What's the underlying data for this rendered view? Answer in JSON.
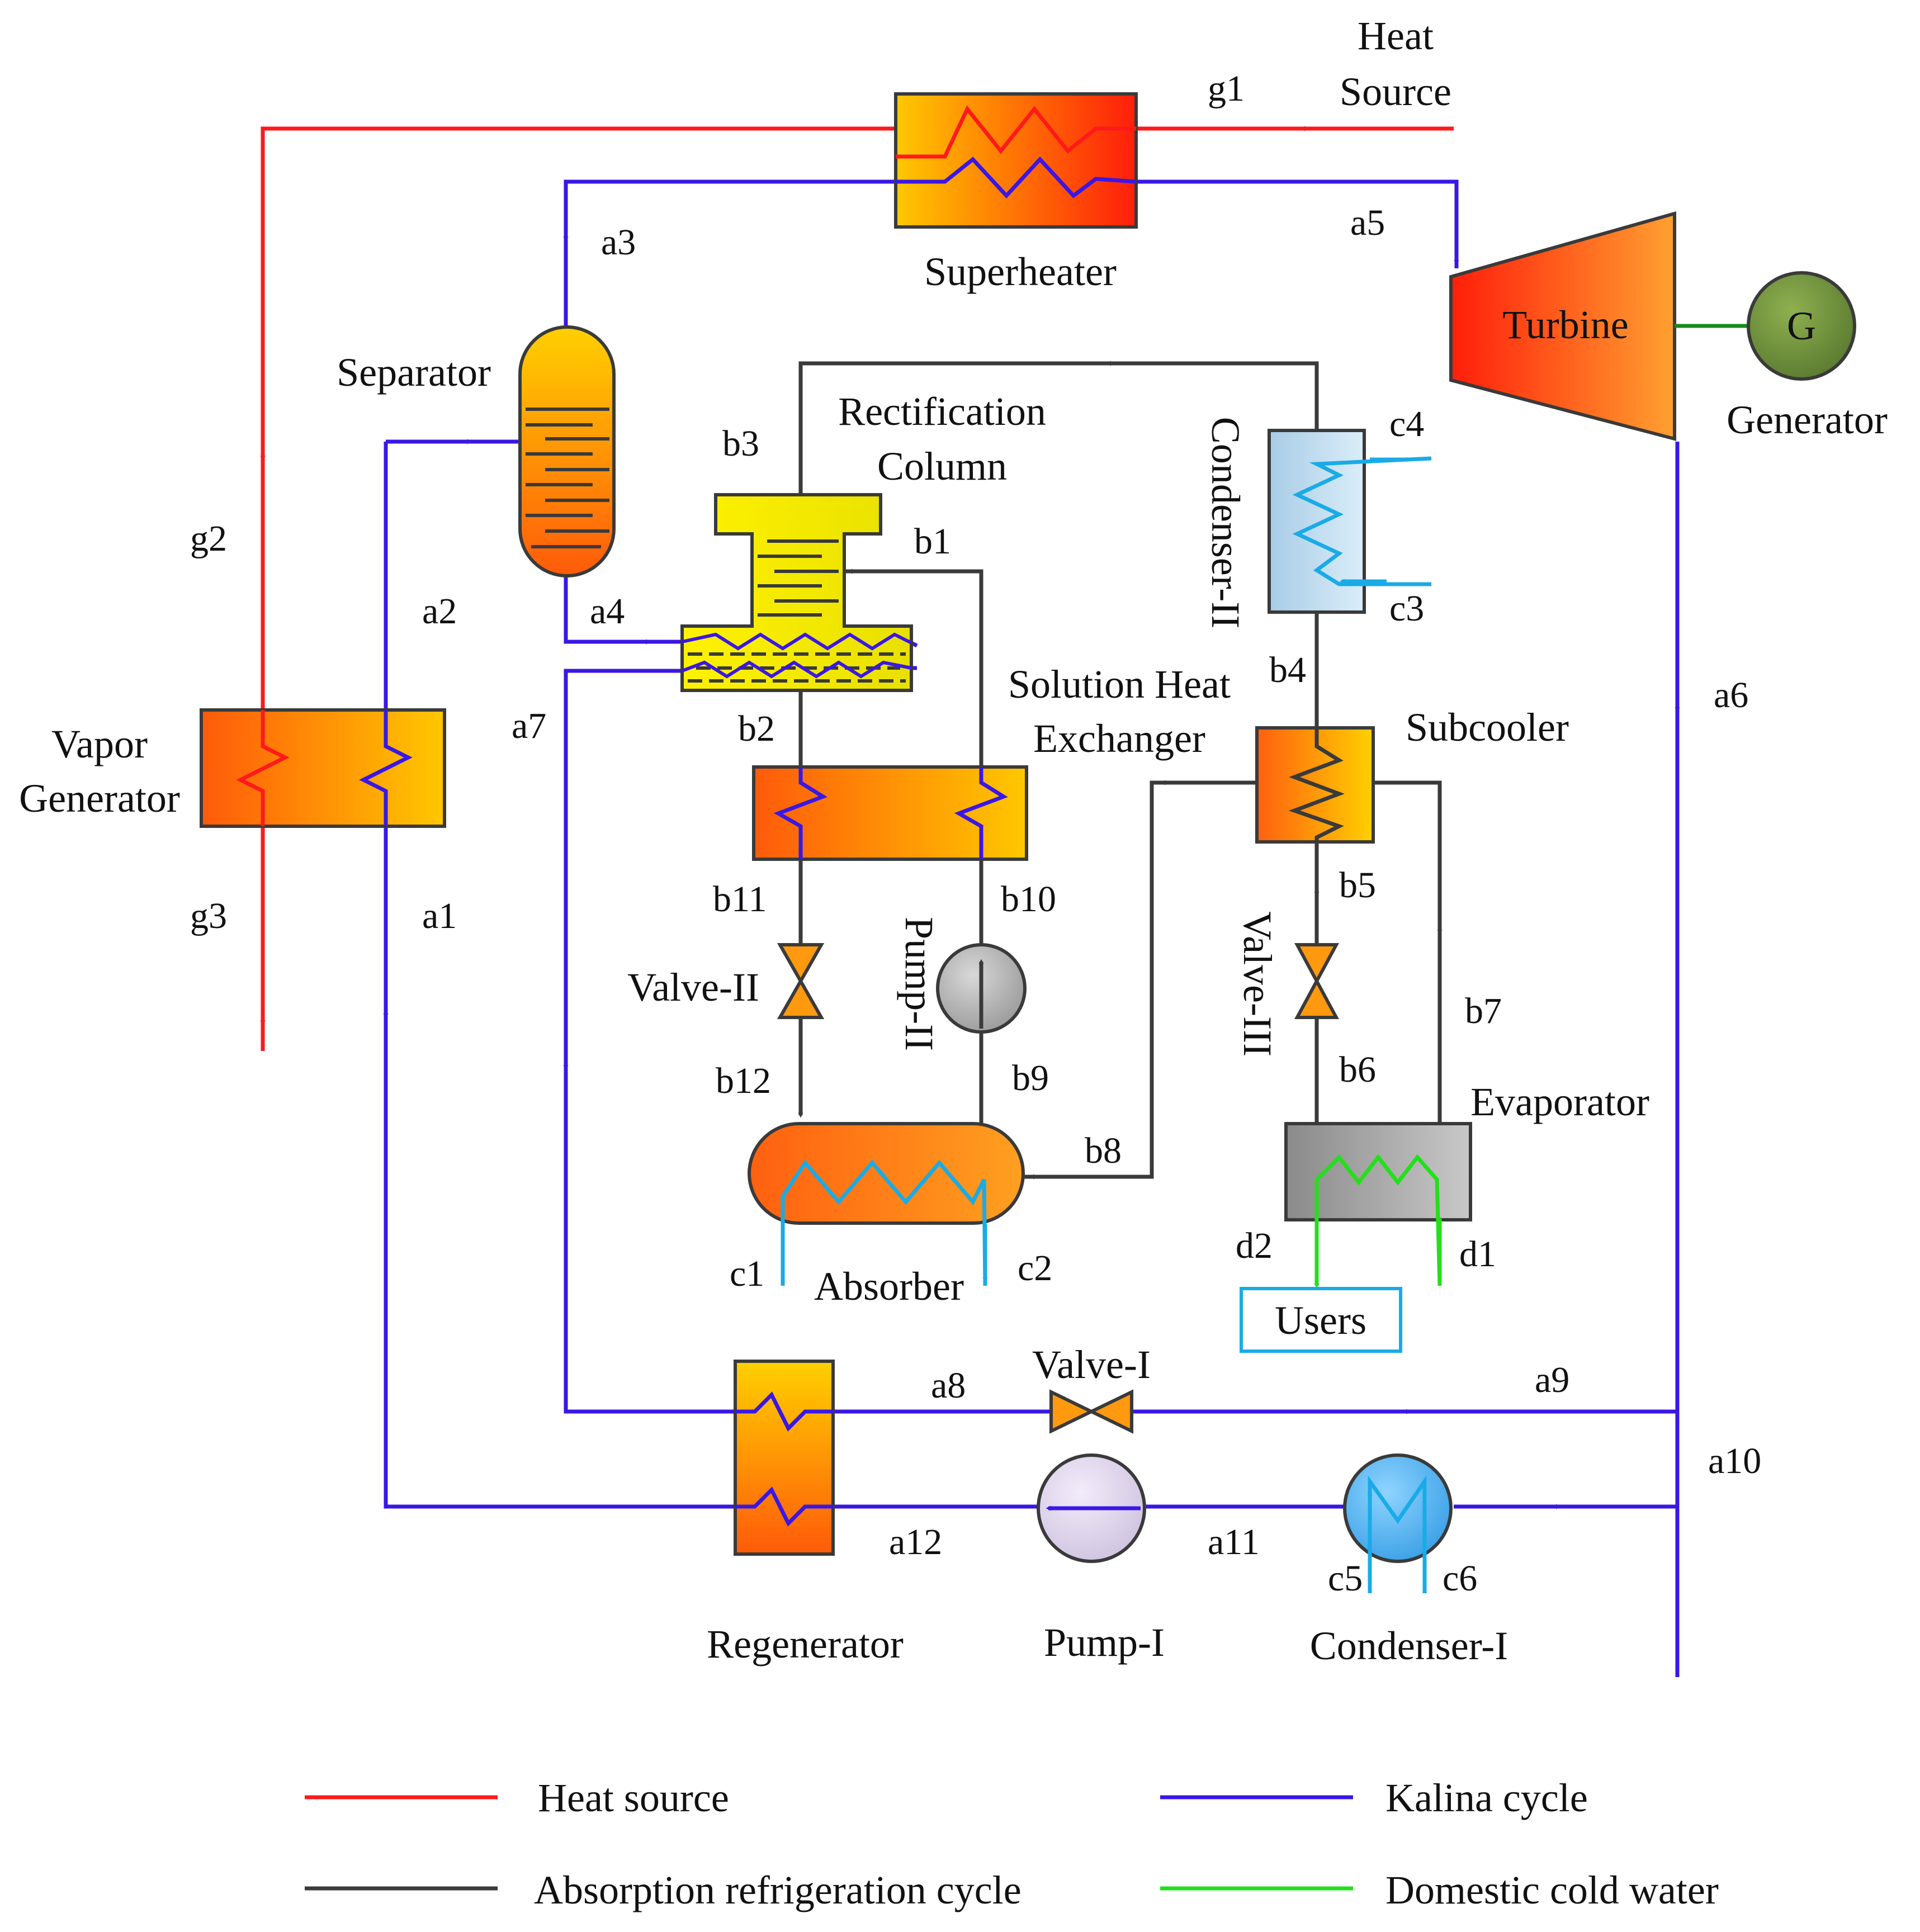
{
  "colors": {
    "heat_source": "#ff1a1a",
    "kalina": "#3a17e6",
    "absorption": "#3a3a3a",
    "cold_water": "#22e01a",
    "cooling_water": "#1aabe6",
    "shaft": "#1a8a1a"
  },
  "equipment": {
    "heat_source": "Heat Source",
    "superheater": "Superheater",
    "turbine": "Turbine",
    "generator_symbol": "G",
    "generator": "Generator",
    "separator": "Separator",
    "rectification_column": "Rectification Column",
    "condenser_ii": "Condenser-II",
    "vapor_generator": "Vapor Generator",
    "solution_heat_exchanger": "Solution Heat Exchanger",
    "subcooler": "Subcooler",
    "valve_ii": "Valve-II",
    "pump_ii": "Pump-II",
    "valve_iii": "Valve-III",
    "evaporator": "Evaporator",
    "absorber": "Absorber",
    "users": "Users",
    "valve_i": "Valve-I",
    "regenerator": "Regenerator",
    "pump_i": "Pump-I",
    "condenser_i": "Condenser-I"
  },
  "streams": {
    "g1": "g1",
    "g2": "g2",
    "g3": "g3",
    "a1": "a1",
    "a2": "a2",
    "a3": "a3",
    "a4": "a4",
    "a5": "a5",
    "a6": "a6",
    "a7": "a7",
    "a8": "a8",
    "a9": "a9",
    "a10": "a10",
    "a11": "a11",
    "a12": "a12",
    "b1": "b1",
    "b2": "b2",
    "b3": "b3",
    "b4": "b4",
    "b5": "b5",
    "b6": "b6",
    "b7": "b7",
    "b8": "b8",
    "b9": "b9",
    "b10": "b10",
    "b11": "b11",
    "b12": "b12",
    "c1": "c1",
    "c2": "c2",
    "c3": "c3",
    "c4": "c4",
    "c5": "c5",
    "c6": "c6",
    "d1": "d1",
    "d2": "d2"
  },
  "legend": {
    "heat_source": "Heat source",
    "kalina": "Kalina cycle",
    "absorption": "Absorption refrigeration cycle",
    "cold_water": "Domestic cold water"
  }
}
